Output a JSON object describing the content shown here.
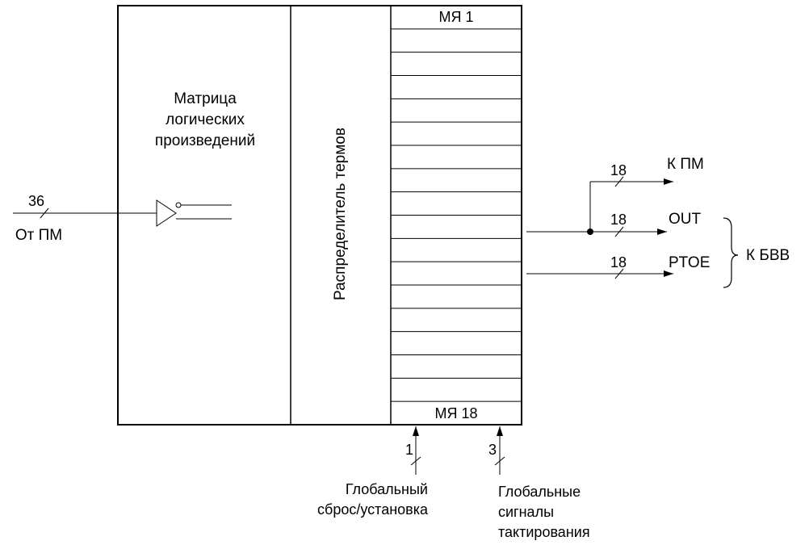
{
  "blocks": {
    "matrix": "Матрица логических произведений",
    "matrix_lines": [
      "Матрица",
      "логических",
      "произведений"
    ],
    "distributor": "Распределитель термов",
    "cell_first": "МЯ 1",
    "cell_last": "МЯ 18"
  },
  "inputs": {
    "from_pm_label": "От ПМ",
    "from_pm_width": "36"
  },
  "outputs": {
    "to_pm_label": "К ПМ",
    "to_pm_width": "18",
    "out_label": "OUT",
    "out_width": "18",
    "ptoe_label": "PTOE",
    "ptoe_width": "18",
    "bvv_label": "К БВВ"
  },
  "bottom": {
    "reset_width": "1",
    "reset_label_lines": [
      "Глобальный",
      "сброс/установка"
    ],
    "clock_width": "3",
    "clock_label_lines": [
      "Глобальные",
      "сигналы",
      "тактирования"
    ]
  },
  "macrocell_count": 18
}
